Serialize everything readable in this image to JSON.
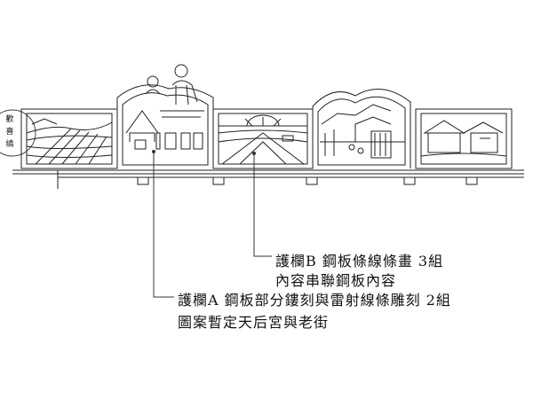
{
  "side_label": "歡喜繞",
  "callouts": {
    "railing_b": {
      "line1": "護欄B 鋼板條線條畫 3組",
      "line2": "內容串聯鋼板內容"
    },
    "railing_a": {
      "line1": "護欄A 鋼板部分鏤刻與雷射線條雕刻 2組",
      "line2": "圖案暫定天后宮與老街"
    }
  }
}
